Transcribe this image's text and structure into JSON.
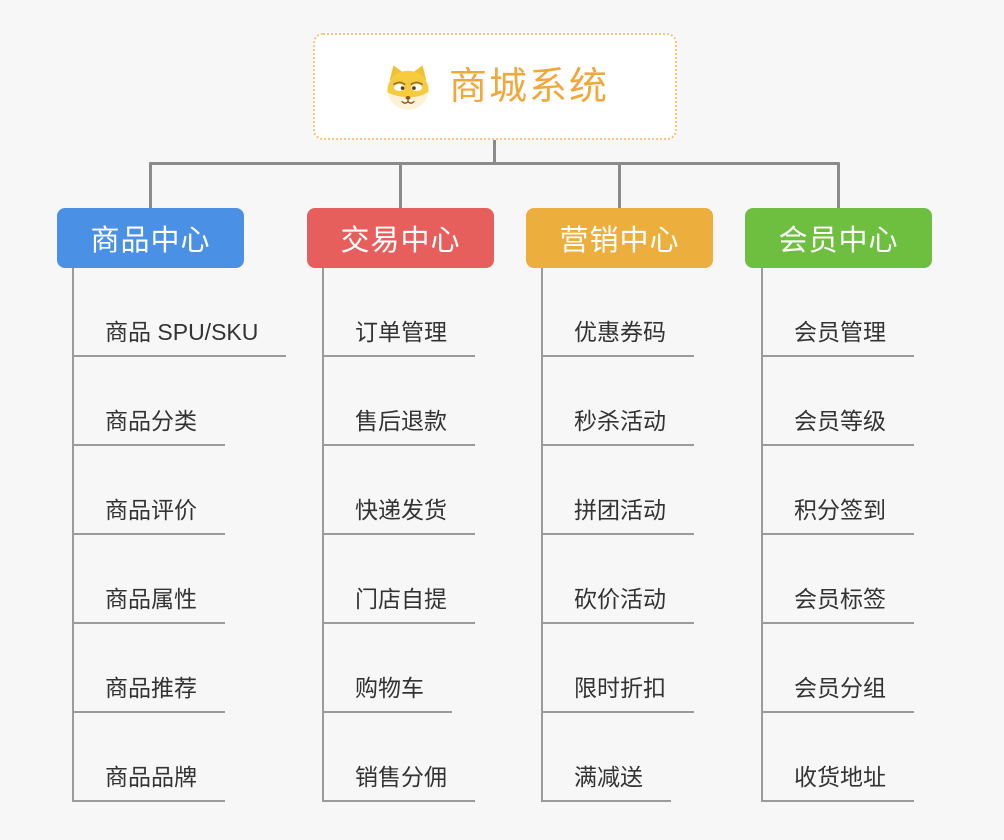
{
  "root": {
    "title": "商城系统",
    "icon": "shiba-dog-icon"
  },
  "branches": [
    {
      "label": "商品中心",
      "color": "#4a90e5",
      "children": [
        "商品 SPU/SKU",
        "商品分类",
        "商品评价",
        "商品属性",
        "商品推荐",
        "商品品牌"
      ]
    },
    {
      "label": "交易中心",
      "color": "#e75f5c",
      "children": [
        "订单管理",
        "售后退款",
        "快递发货",
        "门店自提",
        "购物车",
        "销售分佣"
      ]
    },
    {
      "label": "营销中心",
      "color": "#ecae3c",
      "children": [
        "优惠券码",
        "秒杀活动",
        "拼团活动",
        "砍价活动",
        "限时折扣",
        "满减送"
      ]
    },
    {
      "label": "会员中心",
      "color": "#6ebf40",
      "children": [
        "会员管理",
        "会员等级",
        "积分签到",
        "会员标签",
        "会员分组",
        "收货地址"
      ]
    }
  ],
  "colors": {
    "background": "#f7f7f7",
    "connector": "#8b8b8b",
    "underline": "#9b9b9b",
    "root_border": "#f3c678",
    "root_text": "#f0a83c",
    "item_text": "#333333"
  }
}
